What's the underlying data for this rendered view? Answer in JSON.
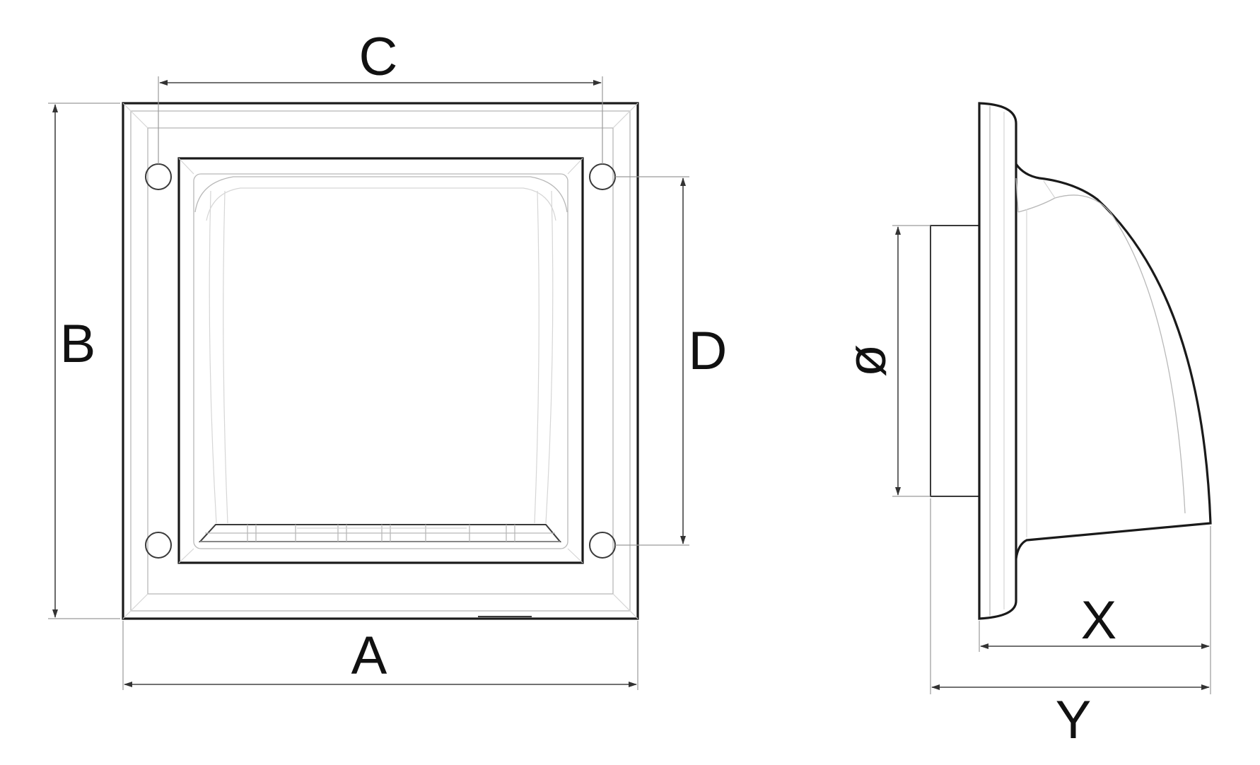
{
  "labels": {
    "a": "A",
    "b": "B",
    "c": "C",
    "d": "D",
    "x": "X",
    "y": "Y",
    "diameter": "ø"
  },
  "colors": {
    "outline": "#1a1a1a",
    "dimension": "#444444",
    "detail": "#b8b8b8"
  }
}
